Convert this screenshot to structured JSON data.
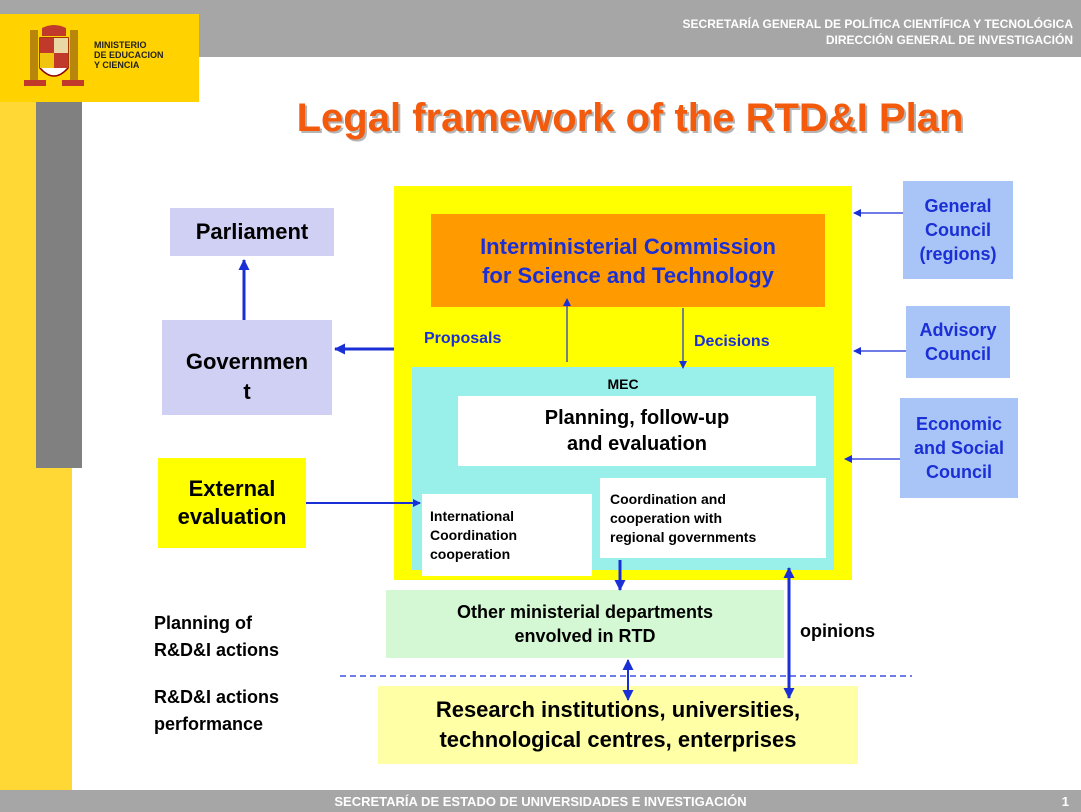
{
  "header": {
    "line1": "SECRETARÍA GENERAL DE POLÍTICA CIENTÍFICA Y TECNOLÓGICA",
    "line2": "DIRECCIÓN GENERAL DE INVESTIGACIÓN",
    "ministry_line1": "MINISTERIO",
    "ministry_line2": "DE EDUCACION",
    "ministry_line3": "Y CIENCIA"
  },
  "title": "Legal framework of the RTD&I Plan",
  "diagram": {
    "parliament": "Parliament",
    "government_line1": "Governmen",
    "government_line2": "t",
    "external_line1": "External",
    "external_line2": "evaluation",
    "commission_line1": "Interministerial Commission",
    "commission_line2": "for Science and Technology",
    "proposals": "Proposals",
    "decisions": "Decisions",
    "mec": "MEC",
    "planning_line1": "Planning, follow-up",
    "planning_line2": "and evaluation",
    "intl_line1": "International",
    "intl_line2": "Coordination",
    "intl_line3": "cooperation",
    "regional_line1": "Coordination and",
    "regional_line2": "cooperation with",
    "regional_line3": "regional governments",
    "general_council_line1": "General",
    "general_council_line2": "Council",
    "general_council_line3": "(regions)",
    "advisory_line1": "Advisory",
    "advisory_line2": "Council",
    "esc_line1": "Economic",
    "esc_line2": "and Social",
    "esc_line3": "Council",
    "other_line1": "Other ministerial departments",
    "other_line2": "envolved in RTD",
    "opinions": "opinions",
    "planning_actions_line1": "Planning of",
    "planning_actions_line2": "R&D&I actions",
    "performance_line1": "R&D&I actions",
    "performance_line2": "performance",
    "research_line1": "Research institutions, universities,",
    "research_line2": "technological centres, enterprises"
  },
  "footer": {
    "text": "SECRETARÍA DE ESTADO DE UNIVERSIDADES E INVESTIGACIÓN",
    "page": "1"
  },
  "colors": {
    "title": "#f45a0c",
    "arrow": "#1a2fd6",
    "frame": "#ffff00",
    "commission": "#ff9a00",
    "mec": "#99f0ea"
  }
}
